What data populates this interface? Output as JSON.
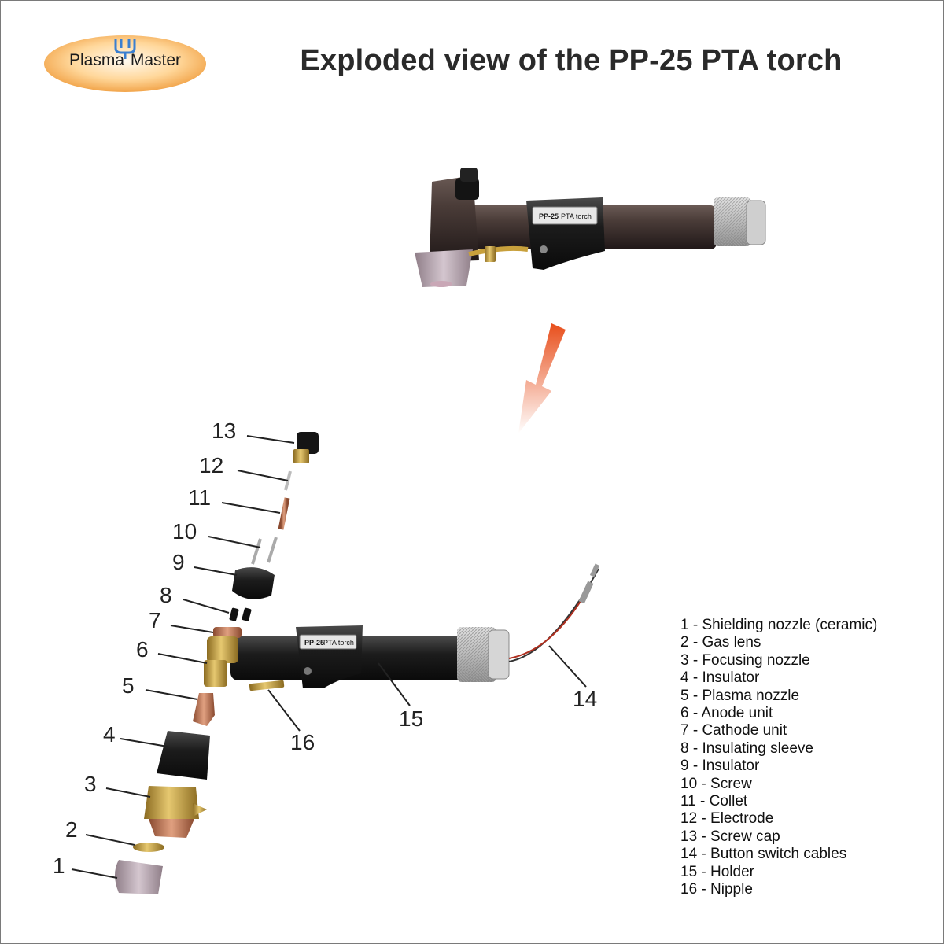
{
  "logo": {
    "text": "Plasma Master",
    "colors": {
      "ring": "#f0a040",
      "center": "#fff6e0",
      "mark": "#3a7fd0"
    }
  },
  "title": "Exploded view of the PP-25 PTA torch",
  "torch_label": {
    "model": "PP-25",
    "name": "PTA torch"
  },
  "callouts": [
    "1",
    "2",
    "3",
    "4",
    "5",
    "6",
    "7",
    "8",
    "9",
    "10",
    "11",
    "12",
    "13",
    "14",
    "15",
    "16"
  ],
  "legend": [
    "1 - Shielding nozzle (ceramic)",
    "2 - Gas lens",
    "3 - Focusing nozzle",
    "4 - Insulator",
    "5 - Plasma nozzle",
    "6 - Anode unit",
    "7 - Cathode unit",
    "8 - Insulating sleeve",
    "9 - Insulator",
    "10 - Screw",
    "11 - Collet",
    "12 - Electrode",
    "13 - Screw cap",
    "14 - Button switch cables",
    "15 - Holder",
    "16 - Nipple"
  ],
  "colors": {
    "arrow_top": "#e84e1b",
    "arrow_bottom": "#ffffff",
    "handle": "#1a1a1a",
    "brass": "#c8a03c",
    "copper": "#c77a50",
    "ceramic": "#b9a8b3"
  }
}
